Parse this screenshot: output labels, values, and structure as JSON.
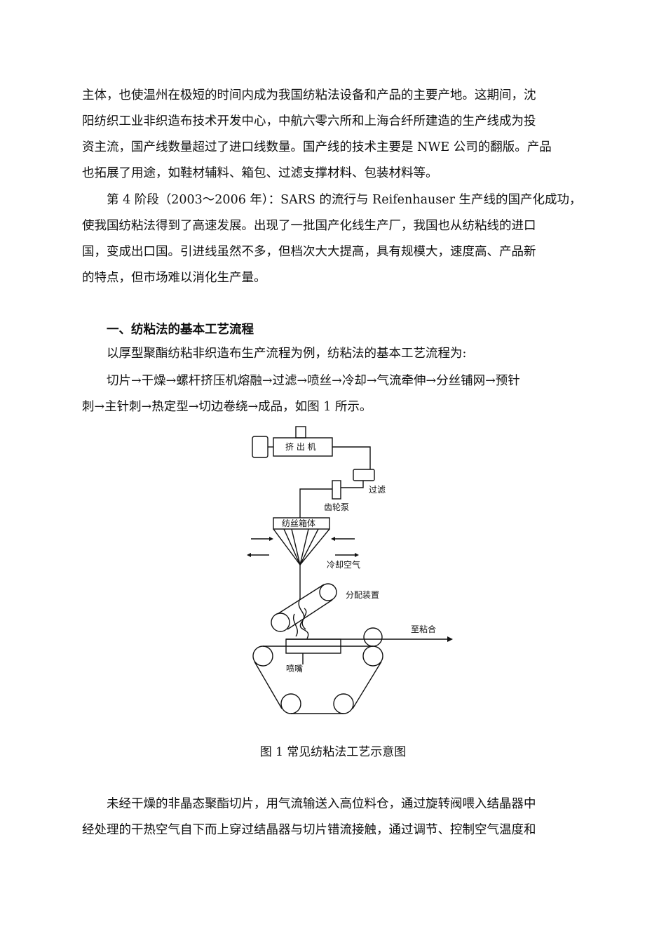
{
  "paragraphs": [
    "主体，也使温州在极短的时间内成为我国纺粘法设备和产品的主要产地。这期间，沈",
    "阳纺织工业非织造布技术开发中心，中航六零六所和上海合纤所建造的生产线成为投",
    "资主流，国产线数量超过了进口线数量。国产线的技术主要是 NWE 公司的翻版。产品",
    "也拓展了用途，如鞋材辅料、箱包、过滤支撑材料、包装材料等。",
    "第 4 阶段（2003～2006 年）：SARS 的流行与 Reifenhauser 生产线的国产化成功，",
    "使我国纺粘法得到了高速发展。出现了一批国产化线生产厂，我国也从纺粘线的进口",
    "国，变成出口国。引进线虽然不多，但档次大大提高，具有规模大，速度高、产品新",
    "的特点，但市场难以消化生产量。"
  ],
  "section": {
    "heading": "一、纺粘法的基本工艺流程",
    "intro": "以厚型聚酯纺粘非织造布生产流程为例，纺粘法的基本工艺流程为:",
    "flow_line1": "切片→干燥→螺杆挤压机熔融→过滤→喷丝→冷却→气流牵伸→分丝铺网→预针",
    "flow_line2": "刺→主针刺→热定型→切边卷绕→成品，如图 1 所示。"
  },
  "figure": {
    "labels": {
      "extruder": "挤 出 机",
      "filter": "过滤",
      "gear_pump": "齿轮泵",
      "spin_box": "纺丝箱体",
      "cooling_air": "冷却空气",
      "distributor": "分配装置",
      "to_bonding": "至粘合",
      "nozzle": "喷嘴"
    },
    "caption": "图 1  常见纺粘法工艺示意图"
  },
  "closing": [
    "未经干燥的非晶态聚酯切片，用气流输送入高位料仓，通过旋转阀喂入结晶器中",
    "经处理的干热空气自下而上穿过结晶器与切片错流接触，通过调节、控制空气温度和"
  ]
}
